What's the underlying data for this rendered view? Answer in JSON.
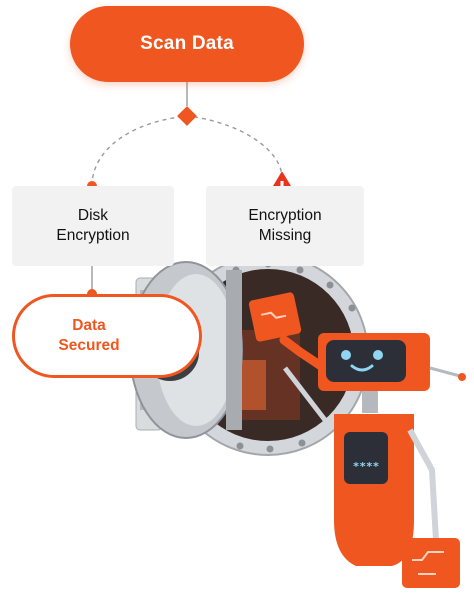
{
  "flow": {
    "root": {
      "label": "Scan Data"
    },
    "left_node": {
      "label": "Disk\nEncryption"
    },
    "right_node": {
      "label": "Encryption\nMissing",
      "status_icon": "warning-icon"
    },
    "result_node": {
      "label": "Data\nSecured"
    }
  },
  "illustration": {
    "robot_chest_text": "****",
    "scene": "vault-robot"
  },
  "colors": {
    "accent": "#f0561f",
    "box_fill": "#f2f2f2",
    "connector": "#9a9a9a",
    "vault_steel": "#c9cdd2",
    "vault_dark": "#35363a",
    "robot_face": "#2c2f38",
    "robot_eye": "#8fd6f2"
  }
}
